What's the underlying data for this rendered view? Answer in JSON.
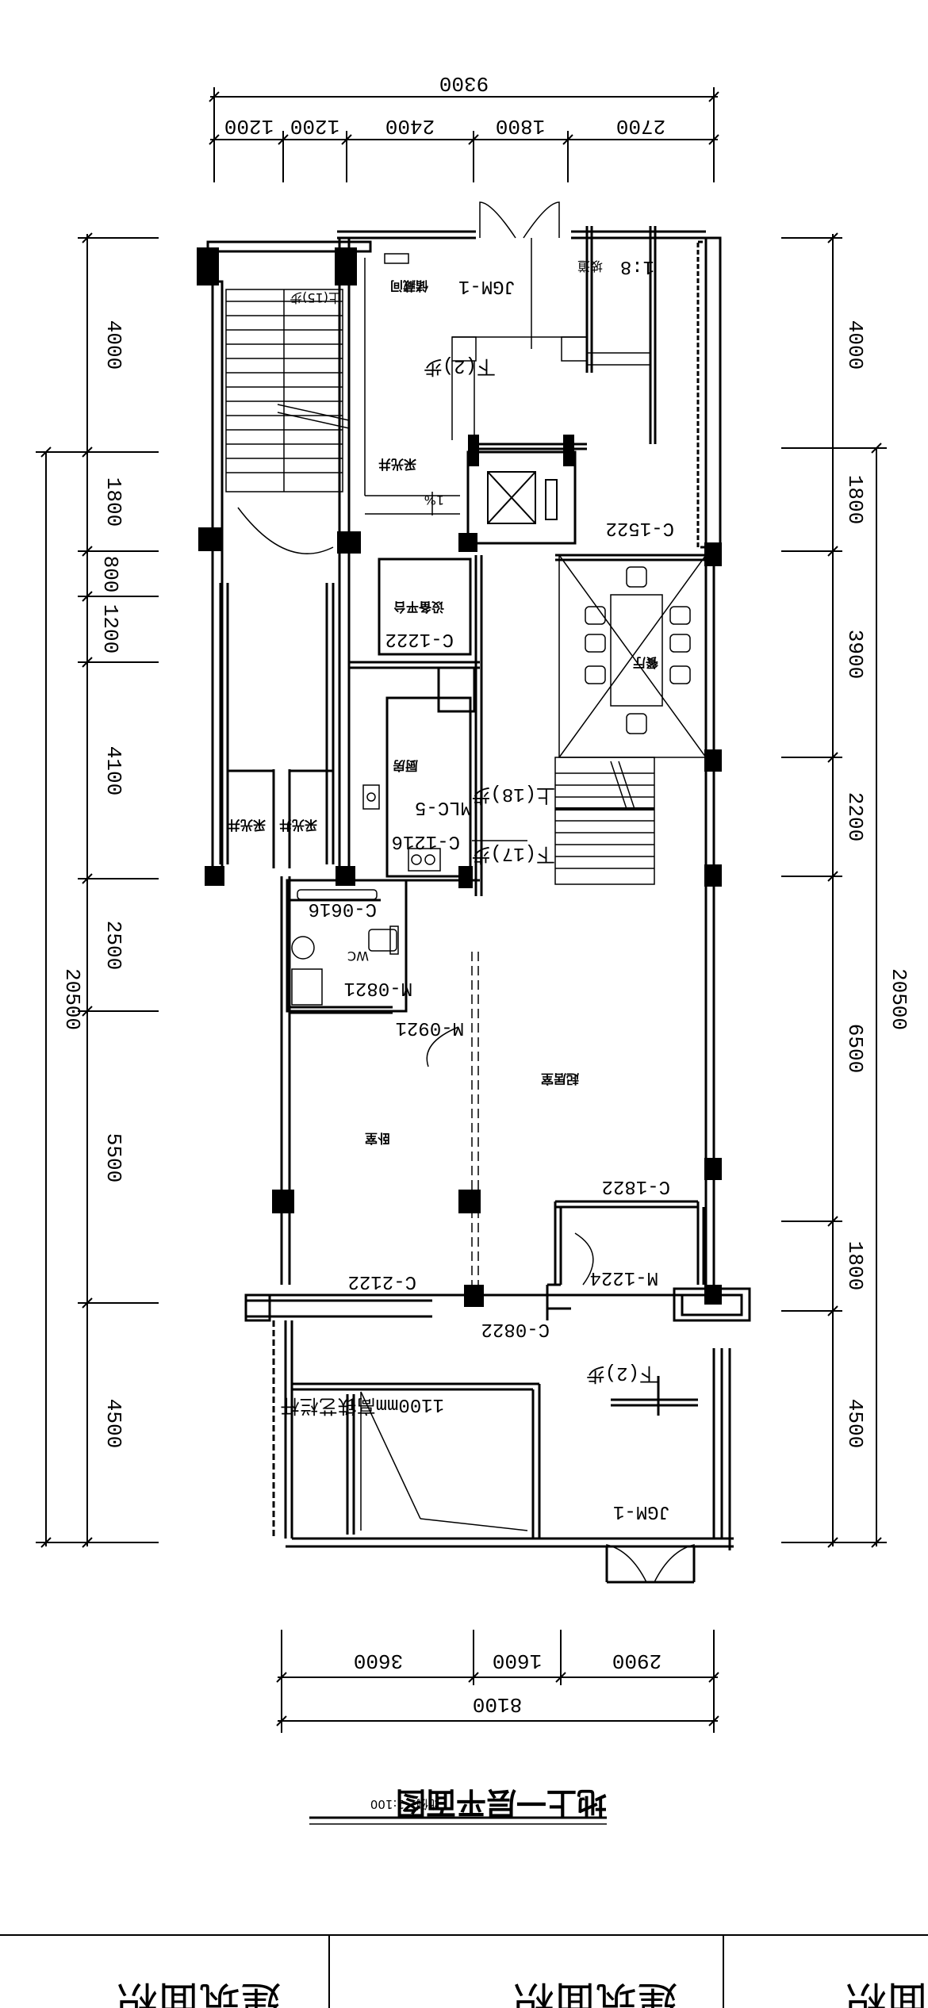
{
  "title": {
    "main": "地上一层平面图",
    "scale": "比例：1:100"
  },
  "dims": {
    "top_total": "9300",
    "top_segments": [
      "1200",
      "1200",
      "2400",
      "1800",
      "2700"
    ],
    "bottom_total": "8100",
    "bottom_segments": [
      "3600",
      "1600",
      "2900"
    ],
    "left_total": "20500",
    "left_segments": [
      "4000",
      "1800",
      "800",
      "1200",
      "4100",
      "2500",
      "5500",
      "4500"
    ],
    "right_total": "20500",
    "right_segments": [
      "4000",
      "1800",
      "3900",
      "2200",
      "6500",
      "1800",
      "4500"
    ]
  },
  "labels": {
    "jgm1_top": "JGM-1",
    "jgm1_bottom": "JGM-1",
    "slope": "1:8",
    "down2_top": "下(2)步",
    "up15": "上(15)步",
    "c1522": "C-1522",
    "c1222": "C-1222",
    "mlc5": "MLC-5",
    "up18": "上(18)步",
    "c1216": "C-1216",
    "down17": "下(17)步",
    "c0616": "C-0616",
    "wc": "WC",
    "m0821": "M-0821",
    "m0921": "M-0921",
    "c1822": "C-1822",
    "m1224": "M-1224",
    "c2122": "C-2122",
    "c0822": "C-0822",
    "down2_bottom": "下(2)步",
    "rail": "1100mm高铁艺栏杆",
    "pct": "1%"
  },
  "rooms": {
    "dining": "餐厅",
    "kitchen": "厨房",
    "bedroom": "卧室",
    "living": "起居室",
    "shaft": "采光井",
    "equipment": "设备平台",
    "storage": "储藏间"
  },
  "table": {
    "cell1": "建筑面积",
    "cell2": "建筑面积",
    "cell3": "面积"
  }
}
